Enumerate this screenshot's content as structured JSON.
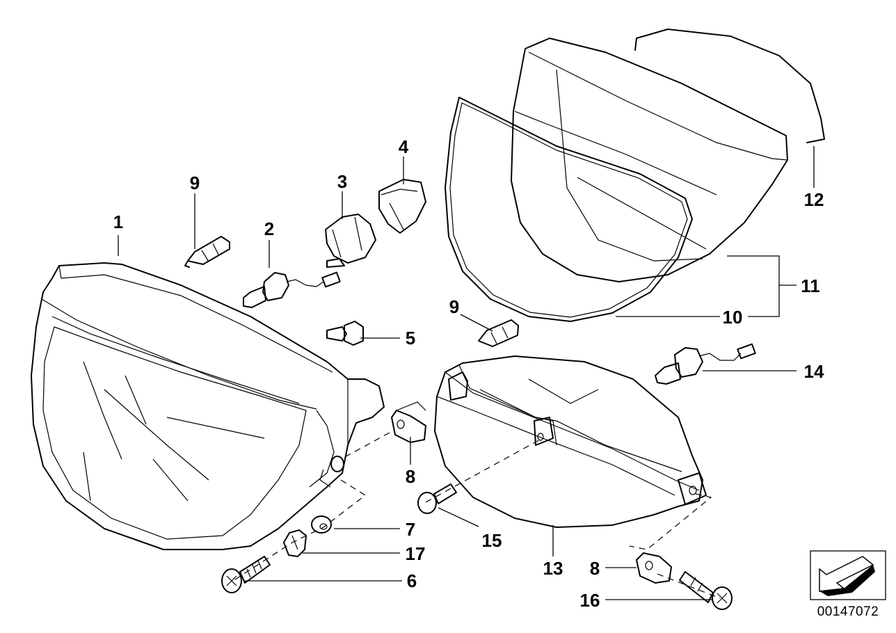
{
  "callouts": [
    {
      "id": "c1",
      "label": "1"
    },
    {
      "id": "c2",
      "label": "2"
    },
    {
      "id": "c3",
      "label": "3"
    },
    {
      "id": "c4",
      "label": "4"
    },
    {
      "id": "c5",
      "label": "5"
    },
    {
      "id": "c6",
      "label": "6"
    },
    {
      "id": "c7",
      "label": "7"
    },
    {
      "id": "c8a",
      "label": "8"
    },
    {
      "id": "c8b",
      "label": "8"
    },
    {
      "id": "c9a",
      "label": "9"
    },
    {
      "id": "c9b",
      "label": "9"
    },
    {
      "id": "c10",
      "label": "10"
    },
    {
      "id": "c11",
      "label": "11"
    },
    {
      "id": "c12",
      "label": "12"
    },
    {
      "id": "c13",
      "label": "13"
    },
    {
      "id": "c14",
      "label": "14"
    },
    {
      "id": "c15",
      "label": "15"
    },
    {
      "id": "c16",
      "label": "16"
    },
    {
      "id": "c17",
      "label": "17"
    }
  ],
  "reference_number": "00147072"
}
